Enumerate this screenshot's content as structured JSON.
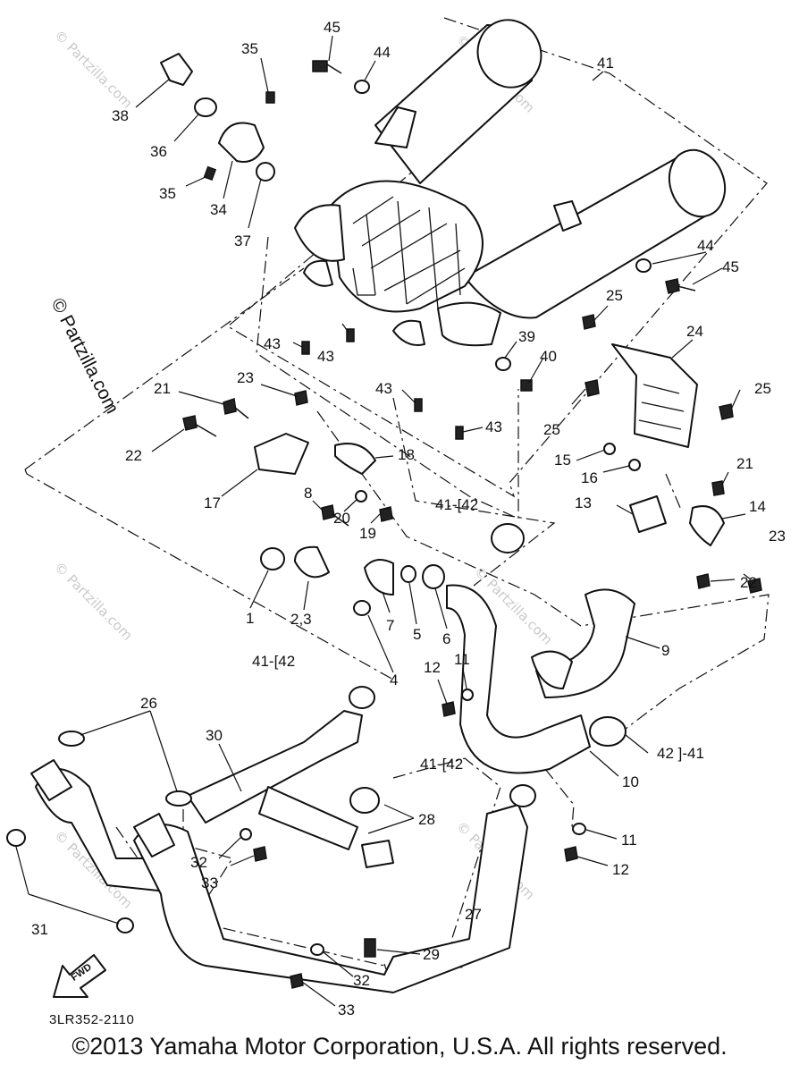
{
  "diagram_code": "3LR352-2110",
  "copyright": "©2013 Yamaha Motor Corporation, U.S.A. All rights reserved.",
  "watermark": "© Partzilla.com",
  "watermark_faint": "© Partzilla.com",
  "fwd_label": "FWD",
  "callouts": [
    {
      "id": "c45a",
      "label": "45"
    },
    {
      "id": "c44a",
      "label": "44"
    },
    {
      "id": "c35a",
      "label": "35"
    },
    {
      "id": "c41a",
      "label": "41"
    },
    {
      "id": "c38",
      "label": "38"
    },
    {
      "id": "c36",
      "label": "36"
    },
    {
      "id": "c35b",
      "label": "35"
    },
    {
      "id": "c34",
      "label": "34"
    },
    {
      "id": "c37",
      "label": "37"
    },
    {
      "id": "c44b",
      "label": "44"
    },
    {
      "id": "c45b",
      "label": "45"
    },
    {
      "id": "c25a",
      "label": "25"
    },
    {
      "id": "c24",
      "label": "24"
    },
    {
      "id": "c43a",
      "label": "43"
    },
    {
      "id": "c43b",
      "label": "43"
    },
    {
      "id": "c39",
      "label": "39"
    },
    {
      "id": "c40",
      "label": "40"
    },
    {
      "id": "c23a",
      "label": "23"
    },
    {
      "id": "c21a",
      "label": "21"
    },
    {
      "id": "c43c",
      "label": "43"
    },
    {
      "id": "c25b",
      "label": "25"
    },
    {
      "id": "c25c",
      "label": "25"
    },
    {
      "id": "c43d",
      "label": "43"
    },
    {
      "id": "c22a",
      "label": "22"
    },
    {
      "id": "c18",
      "label": "18"
    },
    {
      "id": "c15",
      "label": "15"
    },
    {
      "id": "c16",
      "label": "16"
    },
    {
      "id": "c21b",
      "label": "21"
    },
    {
      "id": "c17",
      "label": "17"
    },
    {
      "id": "c8",
      "label": "8"
    },
    {
      "id": "c20",
      "label": "20"
    },
    {
      "id": "c19",
      "label": "19"
    },
    {
      "id": "c4142a",
      "label": "41-[42"
    },
    {
      "id": "c13",
      "label": "13"
    },
    {
      "id": "c14",
      "label": "14"
    },
    {
      "id": "c23b",
      "label": "23"
    },
    {
      "id": "c22b",
      "label": "22"
    },
    {
      "id": "c1",
      "label": "1"
    },
    {
      "id": "c23c",
      "label": "2,3"
    },
    {
      "id": "c7",
      "label": "7"
    },
    {
      "id": "c5",
      "label": "5"
    },
    {
      "id": "c6",
      "label": "6"
    },
    {
      "id": "c9",
      "label": "9"
    },
    {
      "id": "c4142b",
      "label": "41-[42"
    },
    {
      "id": "c4",
      "label": "4"
    },
    {
      "id": "c12a",
      "label": "12"
    },
    {
      "id": "c11a",
      "label": "11"
    },
    {
      "id": "c26",
      "label": "26"
    },
    {
      "id": "c30",
      "label": "30"
    },
    {
      "id": "c4241",
      "label": "42 ]-41"
    },
    {
      "id": "c10",
      "label": "10"
    },
    {
      "id": "c4142c",
      "label": "41-[42"
    },
    {
      "id": "c28",
      "label": "28"
    },
    {
      "id": "c11b",
      "label": "11"
    },
    {
      "id": "c32a",
      "label": "32"
    },
    {
      "id": "c33a",
      "label": "33"
    },
    {
      "id": "c12b",
      "label": "12"
    },
    {
      "id": "c27",
      "label": "27"
    },
    {
      "id": "c31",
      "label": "31"
    },
    {
      "id": "c29",
      "label": "29"
    },
    {
      "id": "c32b",
      "label": "32"
    },
    {
      "id": "c33b",
      "label": "33"
    }
  ]
}
